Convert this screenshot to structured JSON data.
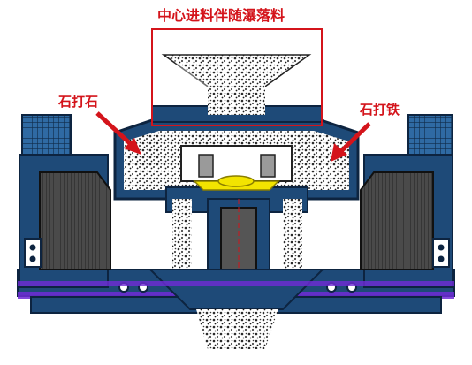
{
  "labels": {
    "title": "中心进料伴随瀑落料",
    "left": "石打石",
    "right": "石打铁"
  },
  "colors": {
    "label_text": "#d4141b",
    "frame_red": "#d4141b",
    "machine_blue": "#1e4a78",
    "machine_blue_light": "#2f6aa3",
    "motor_dark": "#3a3a3a",
    "material_gray": "#6b6b6b",
    "rotor_yellow": "#f2e400",
    "belt_purple": "#6f2bd6"
  }
}
